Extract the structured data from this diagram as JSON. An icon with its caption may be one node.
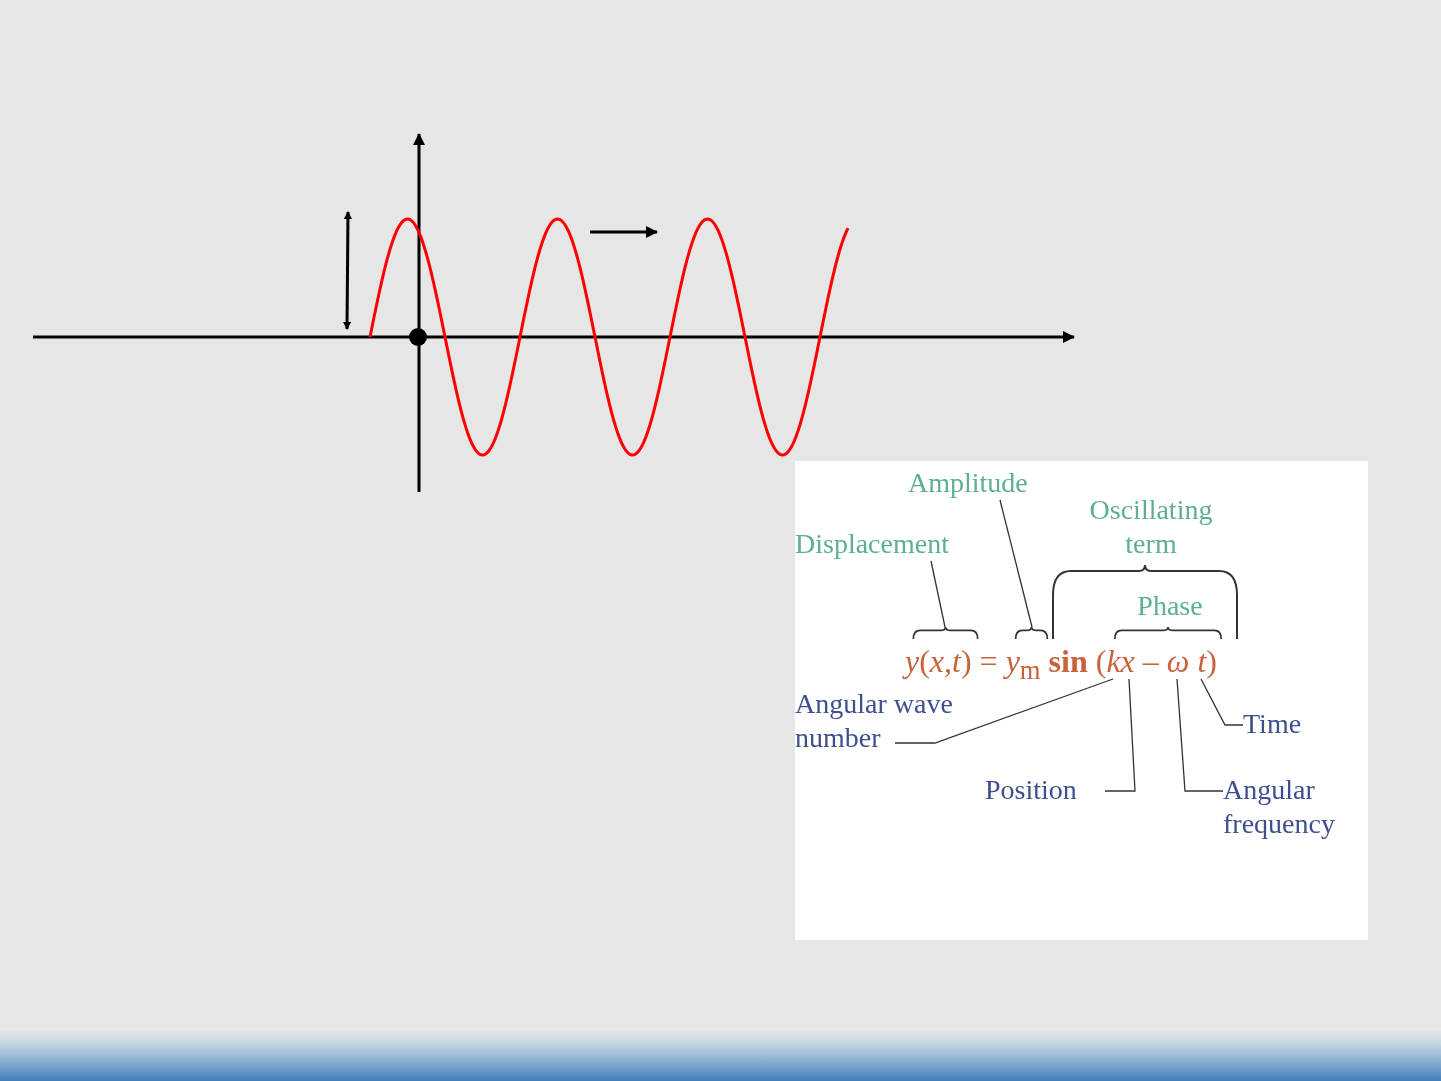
{
  "diagram": {
    "nodes": [
      {
        "text": [
          "Amplitude"
        ]
      },
      {
        "text": [
          "Oscillating term"
        ]
      },
      {
        "text": [
          "Displacement"
        ]
      },
      {
        "text": [
          "Phase"
        ]
      },
      {
        "text": [
          "Angular wave number"
        ]
      },
      {
        "text": [
          "Time"
        ]
      },
      {
        "text": [
          "Position"
        ]
      },
      {
        "text": [
          "Angular frequency"
        ]
      },
      {
        "text": [],
        "shape": "brace"
      },
      {
        "text": [],
        "shape": "brace"
      },
      {
        "text": [
          "*y*(*x*,*t*) = *y*$_{m}$ **sin** (*kx* – *ω t*)"
        ]
      }
    ],
    "edges": [
      {
        "from": 2,
        "to": 8,
        "arrow": "none"
      },
      {
        "from": 0,
        "to": 9,
        "arrow": "none"
      },
      {
        "from": 4,
        "to": 10,
        "arrow": "none"
      },
      {
        "from": 5,
        "to": 10,
        "arrow": "none"
      },
      {
        "from": 6,
        "to": 10,
        "arrow": "none"
      },
      {
        "from": 7,
        "to": 10,
        "arrow": "none"
      }
    ]
  }
}
